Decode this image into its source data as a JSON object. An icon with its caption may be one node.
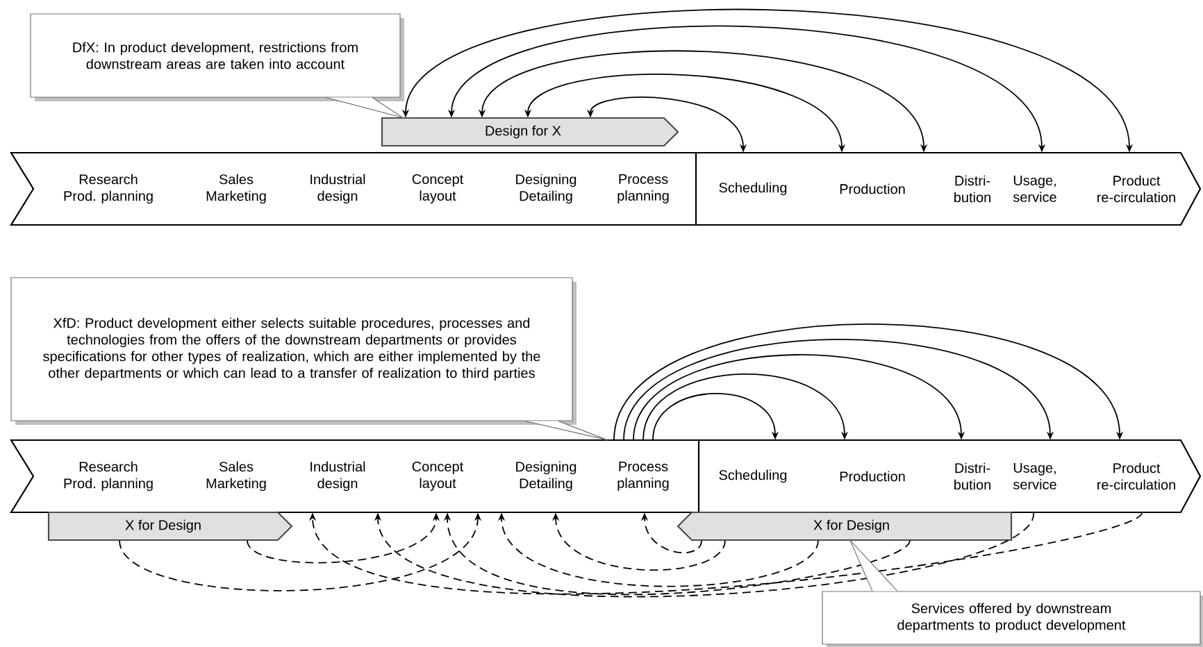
{
  "diagram": {
    "nodes": [
      {
        "text": [
          "DfX: In product development, restrictions from downstream areas are taken into account"
        ]
      },
      {
        "text": [
          "Design for X"
        ]
      },
      {
        "text": [],
        "shape": "arrow"
      },
      {
        "text": [
          "Research Prod. planning"
        ],
        "in": 2
      },
      {
        "text": [
          "Sales Marketing"
        ],
        "in": 2
      },
      {
        "text": [
          "Industrial design"
        ],
        "in": 2
      },
      {
        "text": [
          "Concept layout"
        ],
        "in": 2
      },
      {
        "text": [
          "Designing Detailing"
        ],
        "in": 2
      },
      {
        "text": [
          "Process planning"
        ],
        "in": 2
      },
      {
        "text": [
          "Scheduling"
        ],
        "in": 2
      },
      {
        "text": [
          "Production"
        ],
        "in": 2
      },
      {
        "text": [
          "Distri- bution"
        ],
        "in": 2
      },
      {
        "text": [
          "Usage, service"
        ],
        "in": 2
      },
      {
        "text": [
          "Product re-circulation"
        ],
        "in": 2
      },
      {
        "text": [
          "XfD: Product development either selects suitable procedures, processes and technologies from the offers of the downstream departments or provides specifications for other types of realization, which are either implemented by the other departments or which can lead to a transfer of realization to third parties"
        ]
      },
      {
        "text": [],
        "shape": "arrow"
      },
      {
        "text": [
          "Research Prod. planning"
        ],
        "in": 15
      },
      {
        "text": [
          "Sales Marketing"
        ],
        "in": 15
      },
      {
        "text": [
          "Industrial design"
        ],
        "in": 15
      },
      {
        "text": [
          "Concept layout"
        ],
        "in": 15
      },
      {
        "text": [
          "Designing Detailing"
        ],
        "in": 15
      },
      {
        "text": [
          "Process planning"
        ],
        "in": 15
      },
      {
        "text": [
          "Scheduling"
        ],
        "in": 15
      },
      {
        "text": [
          "Production"
        ],
        "in": 15
      },
      {
        "text": [
          "Distri- bution"
        ],
        "in": 15
      },
      {
        "text": [
          "Usage, service"
        ],
        "in": 15
      },
      {
        "text": [
          "Product re-circulation"
        ],
        "in": 15
      },
      {
        "text": [
          "X for Design"
        ]
      },
      {
        "text": [
          "X for Design"
        ]
      },
      {
        "text": [
          "Services offered by downstream departments to product development"
        ]
      }
    ],
    "edges": [
      {
        "from": 0,
        "to": 1,
        "arrow": "none",
        "color": "#737373"
      },
      {
        "from": 1,
        "to": 9,
        "arrow": "both"
      },
      {
        "from": 1,
        "to": 10,
        "arrow": "both"
      },
      {
        "from": 1,
        "to": 11,
        "arrow": "both"
      },
      {
        "from": 1,
        "to": 12,
        "arrow": "both"
      },
      {
        "from": 1,
        "to": 13,
        "arrow": "both"
      },
      {
        "from": 14,
        "to": 21,
        "arrow": "none",
        "color": "#737373"
      },
      {
        "from": 21,
        "to": 22,
        "arrow": "to"
      },
      {
        "from": 21,
        "to": 23,
        "arrow": "to"
      },
      {
        "from": 21,
        "to": 24,
        "arrow": "to"
      },
      {
        "from": 21,
        "to": 25,
        "arrow": "to"
      },
      {
        "from": 21,
        "to": 26,
        "arrow": "to"
      },
      {
        "from": 28,
        "to": 21,
        "arrow": "to",
        "style": "dashed"
      },
      {
        "from": 28,
        "to": 20,
        "arrow": "to",
        "style": "dashed"
      },
      {
        "from": 28,
        "to": 20,
        "arrow": "to",
        "style": "dashed"
      },
      {
        "from": 28,
        "to": 19,
        "arrow": "to",
        "style": "dashed"
      },
      {
        "from": 25,
        "to": 18,
        "arrow": "to",
        "style": "dashed"
      },
      {
        "from": 26,
        "to": 18,
        "arrow": "to",
        "style": "dashed"
      },
      {
        "from": 27,
        "to": 19,
        "arrow": "to",
        "style": "dashed"
      },
      {
        "from": 27,
        "to": 19,
        "arrow": "to",
        "style": "dashed"
      },
      {
        "from": 29,
        "to": 28,
        "arrow": "none",
        "color": "#737373"
      }
    ]
  }
}
